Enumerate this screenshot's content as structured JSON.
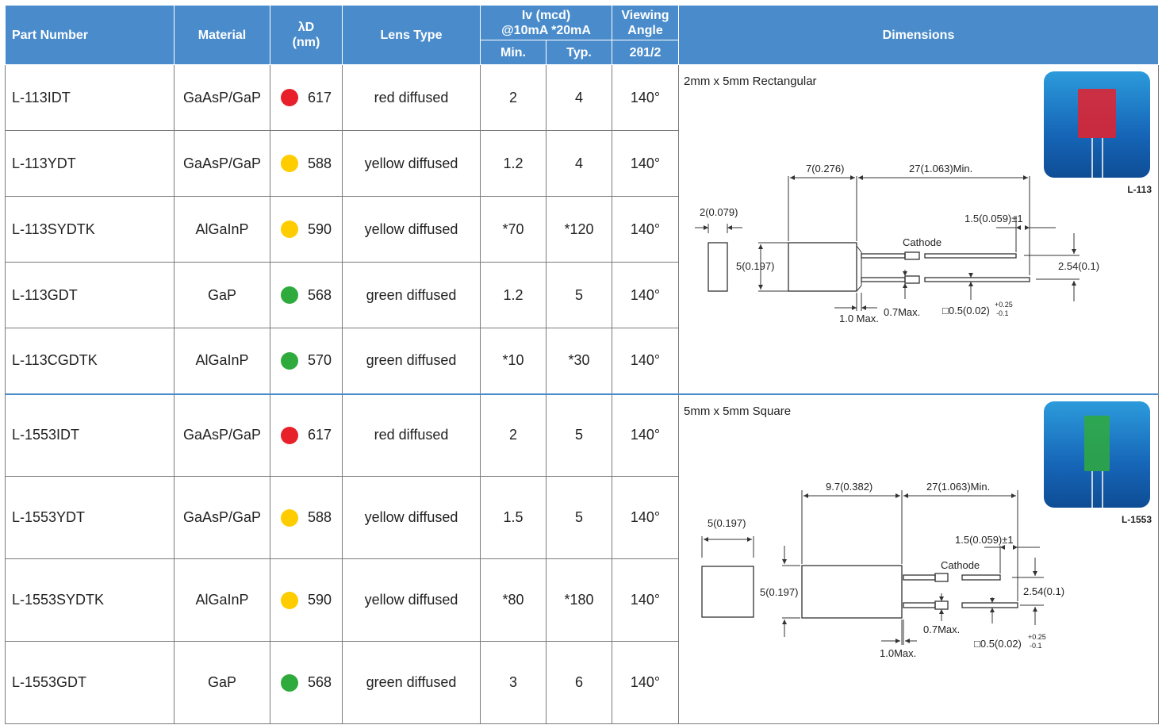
{
  "headers": {
    "part_number": "Part Number",
    "material": "Material",
    "lambda_d": "λD",
    "lambda_unit": "(nm)",
    "lens_type": "Lens Type",
    "iv_line1": "Iv (mcd)",
    "iv_line2": "@10mA *20mA",
    "min": "Min.",
    "typ": "Typ.",
    "viewing_line1": "Viewing",
    "viewing_line2": "Angle",
    "viewing_sub": "2θ1/2",
    "dimensions": "Dimensions"
  },
  "colors": {
    "red": "#e8202a",
    "yellow": "#ffcc00",
    "green": "#2faa3c",
    "header": "#4a8ccb"
  },
  "groups": [
    {
      "title": "2mm x 5mm Rectangular",
      "photo_label": "L-113",
      "led_color": "red",
      "labels": {
        "body_len": "7(0.276)",
        "lead_len": "27(1.063)Min.",
        "width": "2(0.079)",
        "height": "5(0.197)",
        "lead_pos": "1.5(0.059)±1",
        "cathode": "Cathode",
        "pitch": "2.54(0.1)",
        "flange": "1.0 Max.",
        "lead_max": "0.7Max.",
        "lead_sq": "□0.5(0.02)",
        "tol_plus": "+0.25",
        "tol_minus": "-0.1"
      },
      "rows": [
        {
          "part": "L-113IDT",
          "material": "GaAsP/GaP",
          "color": "red",
          "wavelength": "617",
          "lens": "red diffused",
          "min": "2",
          "typ": "4",
          "angle": "140°"
        },
        {
          "part": "L-113YDT",
          "material": "GaAsP/GaP",
          "color": "yellow",
          "wavelength": "588",
          "lens": "yellow diffused",
          "min": "1.2",
          "typ": "4",
          "angle": "140°"
        },
        {
          "part": "L-113SYDTK",
          "material": "AlGaInP",
          "color": "yellow",
          "wavelength": "590",
          "lens": "yellow diffused",
          "min": "*70",
          "typ": "*120",
          "angle": "140°"
        },
        {
          "part": "L-113GDT",
          "material": "GaP",
          "color": "green",
          "wavelength": "568",
          "lens": "green diffused",
          "min": "1.2",
          "typ": "5",
          "angle": "140°"
        },
        {
          "part": "L-113CGDTK",
          "material": "AlGaInP",
          "color": "green",
          "wavelength": "570",
          "lens": "green diffused",
          "min": "*10",
          "typ": "*30",
          "angle": "140°"
        }
      ]
    },
    {
      "title": "5mm x 5mm Square",
      "photo_label": "L-1553",
      "led_color": "green",
      "labels": {
        "body_len": "9.7(0.382)",
        "lead_len": "27(1.063)Min.",
        "width": "5(0.197)",
        "height": "5(0.197)",
        "lead_pos": "1.5(0.059)±1",
        "cathode": "Cathode",
        "pitch": "2.54(0.1)",
        "flange": "1.0Max.",
        "lead_max": "0.7Max.",
        "lead_sq": "□0.5(0.02)",
        "tol_plus": "+0.25",
        "tol_minus": "-0.1"
      },
      "rows": [
        {
          "part": "L-1553IDT",
          "material": "GaAsP/GaP",
          "color": "red",
          "wavelength": "617",
          "lens": "red diffused",
          "min": "2",
          "typ": "5",
          "angle": "140°"
        },
        {
          "part": "L-1553YDT",
          "material": "GaAsP/GaP",
          "color": "yellow",
          "wavelength": "588",
          "lens": "yellow diffused",
          "min": "1.5",
          "typ": "5",
          "angle": "140°"
        },
        {
          "part": "L-1553SYDTK",
          "material": "AlGaInP",
          "color": "yellow",
          "wavelength": "590",
          "lens": "yellow diffused",
          "min": "*80",
          "typ": "*180",
          "angle": "140°"
        },
        {
          "part": "L-1553GDT",
          "material": "GaP",
          "color": "green",
          "wavelength": "568",
          "lens": "green diffused",
          "min": "3",
          "typ": "6",
          "angle": "140°"
        }
      ]
    }
  ]
}
